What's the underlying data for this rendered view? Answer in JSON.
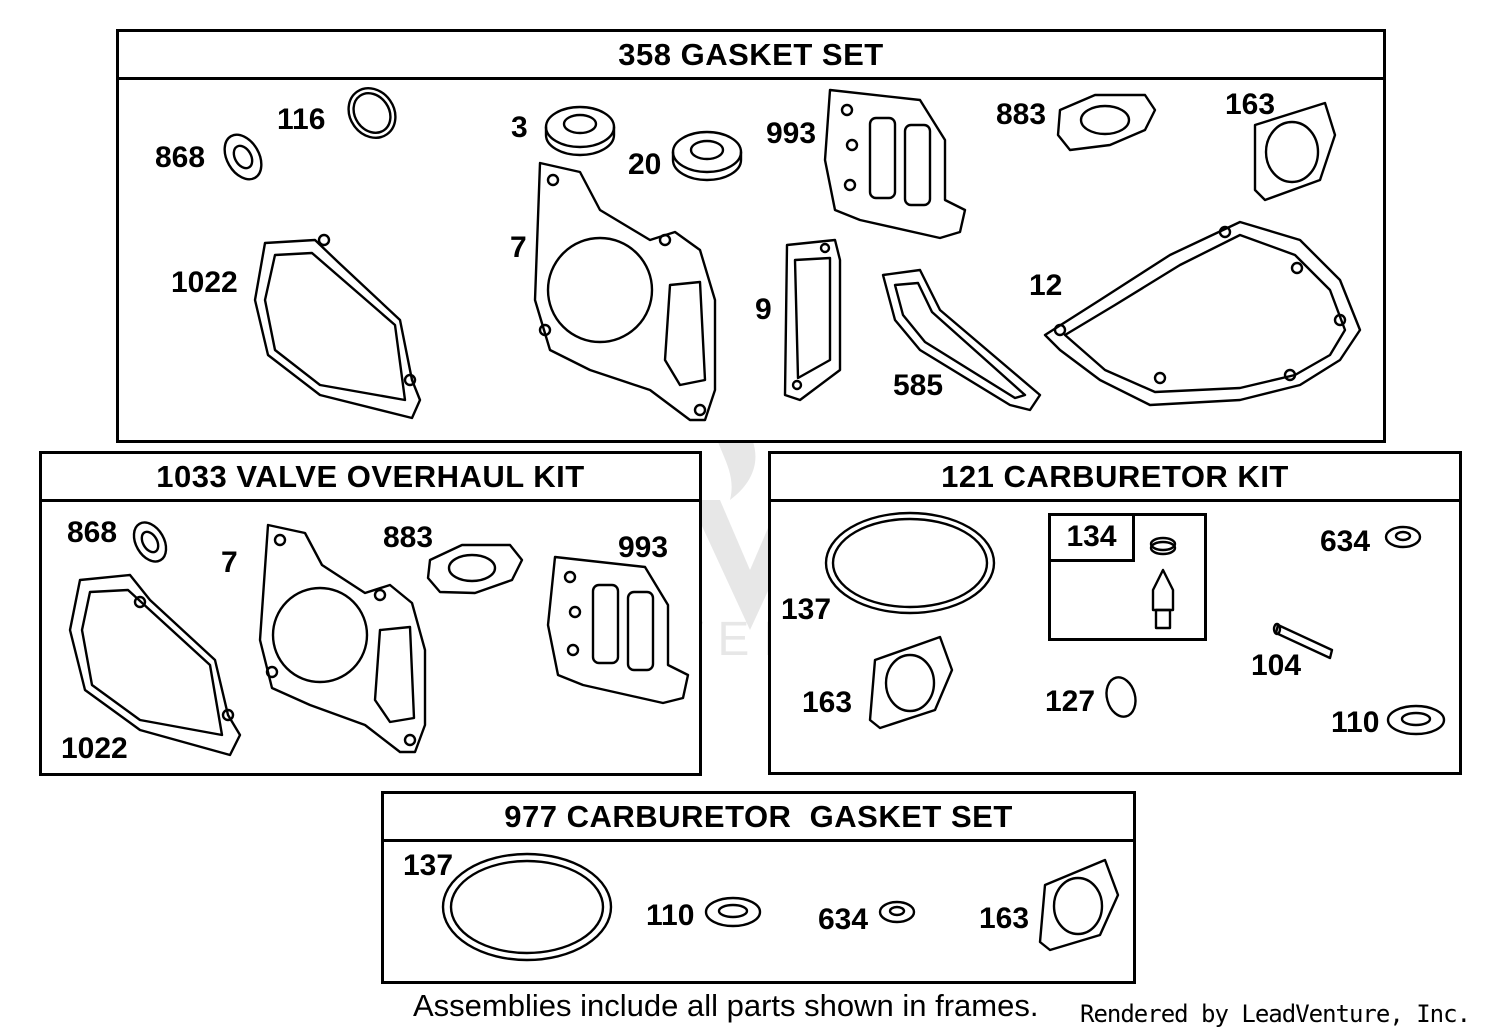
{
  "frames": {
    "gasket_set": {
      "title": "358 GASKET SET",
      "labels": {
        "p868": "868",
        "p116": "116",
        "p3": "3",
        "p20": "20",
        "p993": "993",
        "p883": "883",
        "p163": "163",
        "p1022": "1022",
        "p7": "7",
        "p9": "9",
        "p585": "585",
        "p12": "12"
      }
    },
    "valve_kit": {
      "title": "1033 VALVE OVERHAUL KIT",
      "labels": {
        "p868": "868",
        "p7": "7",
        "p883": "883",
        "p993": "993",
        "p1022": "1022"
      }
    },
    "carb_kit": {
      "title": "121 CARBURETOR KIT",
      "labels": {
        "p134": "134",
        "p634": "634",
        "p137": "137",
        "p104": "104",
        "p163": "163",
        "p127": "127",
        "p110": "110"
      }
    },
    "carb_gasket_set": {
      "title": "977 CARBURETOR  GASKET SET",
      "labels": {
        "p137": "137",
        "p110": "110",
        "p634": "634",
        "p163": "163"
      }
    }
  },
  "footnote": "Assemblies include all parts shown in frames.",
  "rendered_by": "Rendered by LeadVenture, Inc.",
  "watermark": "LEADVENTURE"
}
